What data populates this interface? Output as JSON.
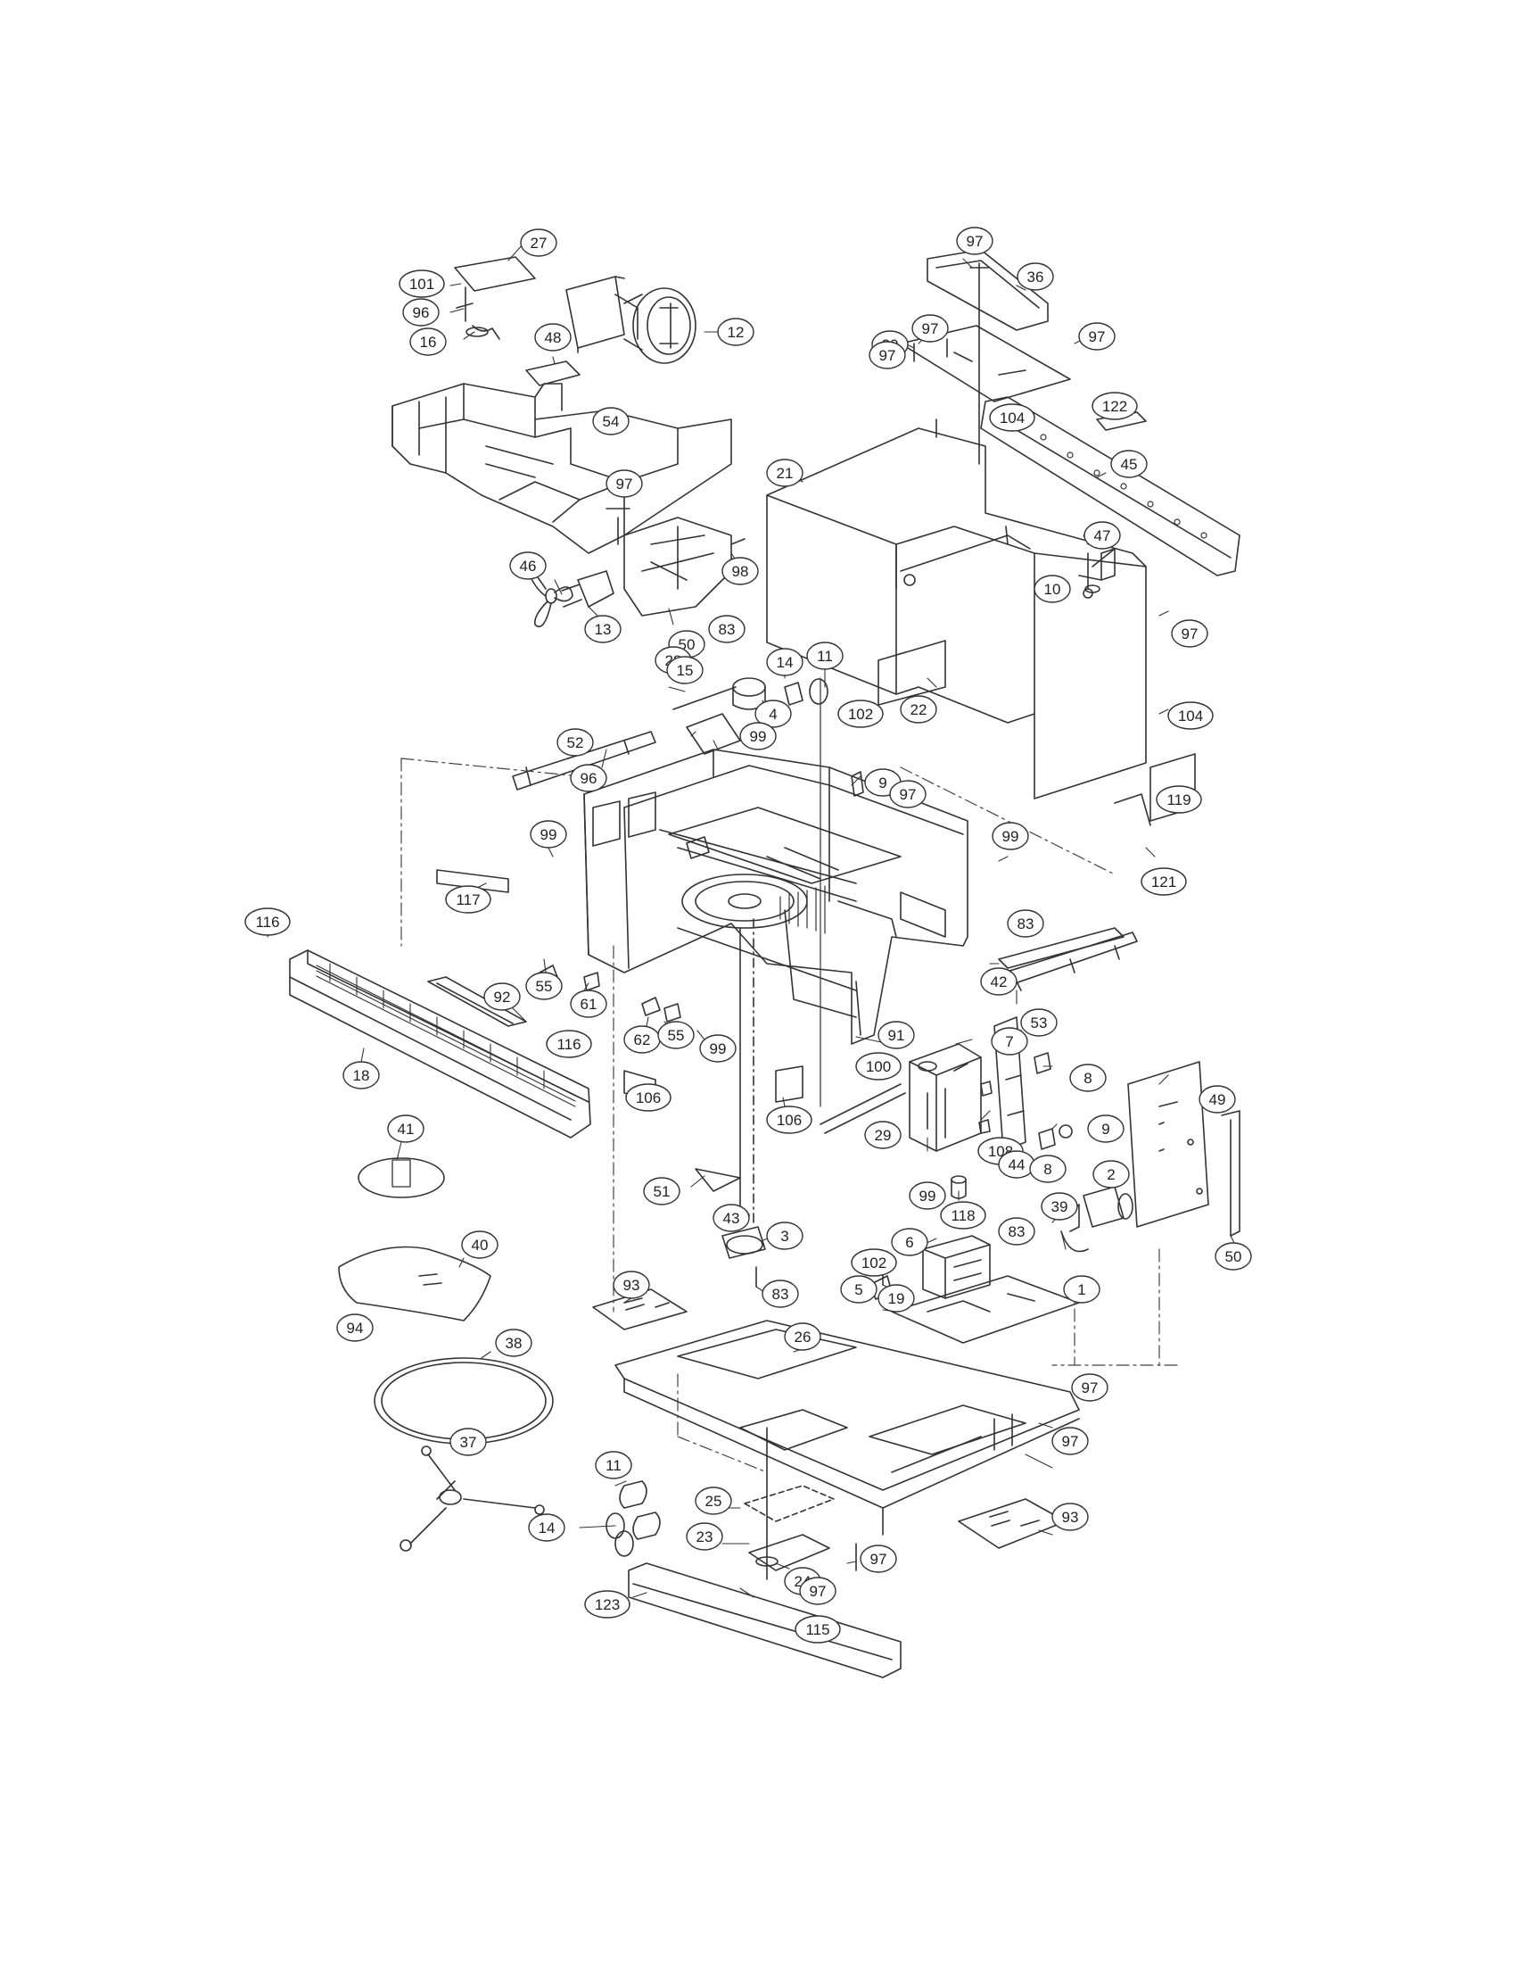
{
  "callouts": [
    {
      "id": "c27",
      "label": "27"
    },
    {
      "id": "c101",
      "label": "101"
    },
    {
      "id": "c96a",
      "label": "96"
    },
    {
      "id": "c16",
      "label": "16"
    },
    {
      "id": "c12",
      "label": "12"
    },
    {
      "id": "c48",
      "label": "48"
    },
    {
      "id": "c54",
      "label": "54"
    },
    {
      "id": "c97a",
      "label": "97"
    },
    {
      "id": "c46",
      "label": "46"
    },
    {
      "id": "c13",
      "label": "13"
    },
    {
      "id": "c50a",
      "label": "50"
    },
    {
      "id": "c98",
      "label": "98"
    },
    {
      "id": "c83a",
      "label": "83"
    },
    {
      "id": "c28",
      "label": "28"
    },
    {
      "id": "c14a",
      "label": "14"
    },
    {
      "id": "c11a",
      "label": "11"
    },
    {
      "id": "c4",
      "label": "4"
    },
    {
      "id": "c102a",
      "label": "102"
    },
    {
      "id": "c52",
      "label": "52"
    },
    {
      "id": "c15",
      "label": "15"
    },
    {
      "id": "c99a",
      "label": "99"
    },
    {
      "id": "c96b",
      "label": "96"
    },
    {
      "id": "c9a",
      "label": "9"
    },
    {
      "id": "c99b",
      "label": "99"
    },
    {
      "id": "c117",
      "label": "117"
    },
    {
      "id": "c116a",
      "label": "116"
    },
    {
      "id": "c55a",
      "label": "55"
    },
    {
      "id": "c61",
      "label": "61"
    },
    {
      "id": "c92",
      "label": "92"
    },
    {
      "id": "c62",
      "label": "62"
    },
    {
      "id": "c55b",
      "label": "55"
    },
    {
      "id": "c99c",
      "label": "99"
    },
    {
      "id": "c18",
      "label": "18"
    },
    {
      "id": "c116b",
      "label": "116"
    },
    {
      "id": "c106a",
      "label": "106"
    },
    {
      "id": "c106b",
      "label": "106"
    },
    {
      "id": "c91",
      "label": "91"
    },
    {
      "id": "c100",
      "label": "100"
    },
    {
      "id": "c29",
      "label": "29"
    },
    {
      "id": "c41",
      "label": "41"
    },
    {
      "id": "c51",
      "label": "51"
    },
    {
      "id": "c43",
      "label": "43"
    },
    {
      "id": "c3",
      "label": "3"
    },
    {
      "id": "c83b",
      "label": "83"
    },
    {
      "id": "c40",
      "label": "40"
    },
    {
      "id": "c94",
      "label": "94"
    },
    {
      "id": "c38",
      "label": "38"
    },
    {
      "id": "c37",
      "label": "37"
    },
    {
      "id": "c93a",
      "label": "93"
    },
    {
      "id": "c102b",
      "label": "102"
    },
    {
      "id": "c5",
      "label": "5"
    },
    {
      "id": "c6",
      "label": "6"
    },
    {
      "id": "c19",
      "label": "19"
    },
    {
      "id": "c26",
      "label": "26"
    },
    {
      "id": "c11b",
      "label": "11"
    },
    {
      "id": "c14b",
      "label": "14"
    },
    {
      "id": "c25",
      "label": "25"
    },
    {
      "id": "c23",
      "label": "23"
    },
    {
      "id": "c24",
      "label": "24"
    },
    {
      "id": "c97b",
      "label": "97"
    },
    {
      "id": "c97c",
      "label": "97"
    },
    {
      "id": "c123",
      "label": "123"
    },
    {
      "id": "c115",
      "label": "115"
    },
    {
      "id": "c97d",
      "label": "97"
    },
    {
      "id": "c97e",
      "label": "97"
    },
    {
      "id": "c93b",
      "label": "93"
    },
    {
      "id": "c97f",
      "label": "97"
    },
    {
      "id": "c36",
      "label": "36"
    },
    {
      "id": "c97g",
      "label": "97"
    },
    {
      "id": "c20",
      "label": "20"
    },
    {
      "id": "c97h",
      "label": "97"
    },
    {
      "id": "c122",
      "label": "122"
    },
    {
      "id": "c97i",
      "label": "97"
    },
    {
      "id": "c21",
      "label": "21"
    },
    {
      "id": "c45",
      "label": "45"
    },
    {
      "id": "c104a",
      "label": "104"
    },
    {
      "id": "c47",
      "label": "47"
    },
    {
      "id": "c10",
      "label": "10"
    },
    {
      "id": "c97j",
      "label": "97"
    },
    {
      "id": "c22",
      "label": "22"
    },
    {
      "id": "c104b",
      "label": "104"
    },
    {
      "id": "c119",
      "label": "119"
    },
    {
      "id": "c97k",
      "label": "97"
    },
    {
      "id": "c99d",
      "label": "99"
    },
    {
      "id": "c121",
      "label": "121"
    },
    {
      "id": "c83c",
      "label": "83"
    },
    {
      "id": "c42",
      "label": "42"
    },
    {
      "id": "c53",
      "label": "53"
    },
    {
      "id": "c7",
      "label": "7"
    },
    {
      "id": "c8a",
      "label": "8"
    },
    {
      "id": "c49",
      "label": "49"
    },
    {
      "id": "c9b",
      "label": "9"
    },
    {
      "id": "c108",
      "label": "108"
    },
    {
      "id": "c44",
      "label": "44"
    },
    {
      "id": "c8b",
      "label": "8"
    },
    {
      "id": "c2",
      "label": "2"
    },
    {
      "id": "c99e",
      "label": "99"
    },
    {
      "id": "c118",
      "label": "118"
    },
    {
      "id": "c39",
      "label": "39"
    },
    {
      "id": "c83d",
      "label": "83"
    },
    {
      "id": "c1",
      "label": "1"
    },
    {
      "id": "c50b",
      "label": "50"
    }
  ]
}
